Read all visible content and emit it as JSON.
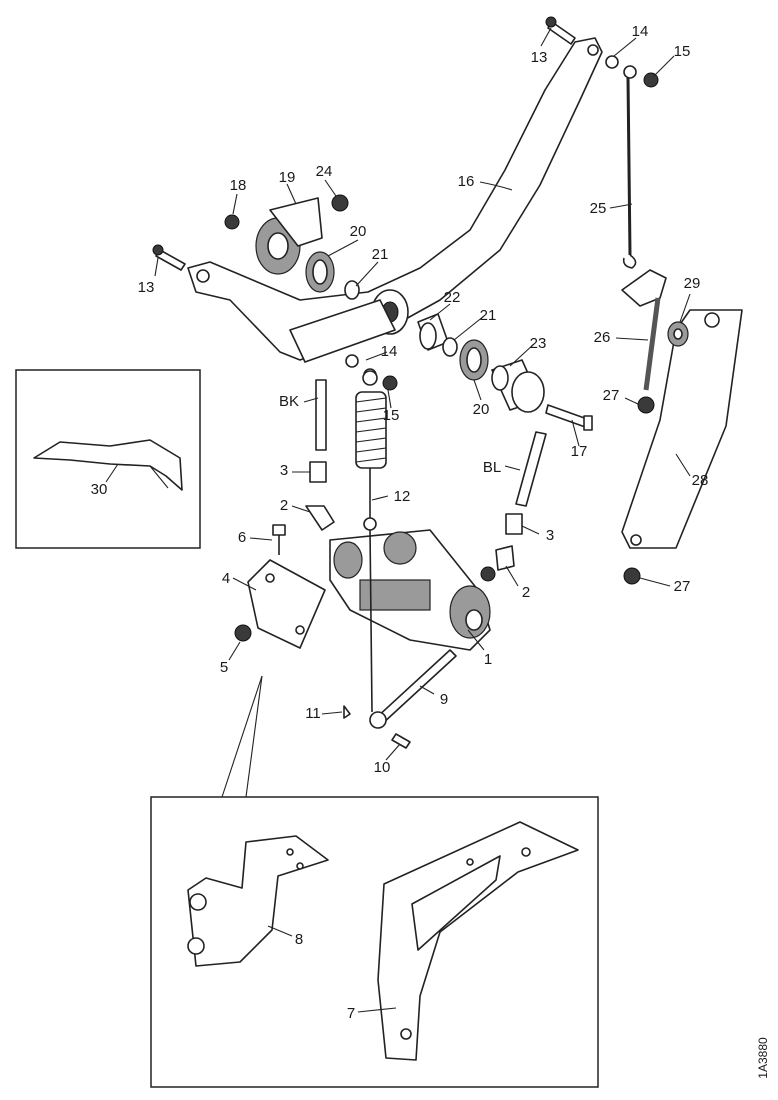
{
  "callouts": {
    "c1": "1",
    "c2a": "2",
    "c2b": "2",
    "c3a": "3",
    "c3b": "3",
    "c4": "4",
    "c5": "5",
    "c6": "6",
    "c7": "7",
    "c8": "8",
    "c9": "9",
    "c10": "10",
    "c11": "11",
    "c12": "12",
    "c13a": "13",
    "c13b": "13",
    "c14a": "14",
    "c14b": "14",
    "c15a": "15",
    "c15b": "15",
    "c16": "16",
    "c17": "17",
    "c18": "18",
    "c19": "19",
    "c20a": "20",
    "c20b": "20",
    "c21a": "21",
    "c21b": "21",
    "c22": "22",
    "c23": "23",
    "c24": "24",
    "c25": "25",
    "c26": "26",
    "c27a": "27",
    "c27b": "27",
    "c28": "28",
    "c29": "29",
    "c30": "30"
  },
  "hose_labels": {
    "bk": "BK",
    "bl": "BL"
  },
  "figure_code": "1A3880"
}
